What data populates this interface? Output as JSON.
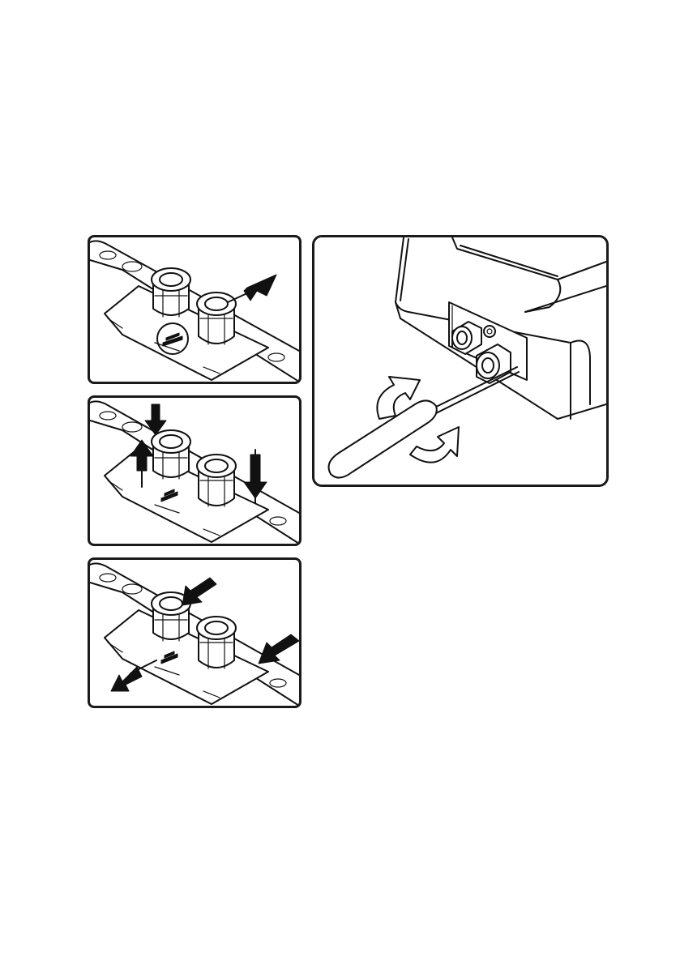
{
  "figure": {
    "panels": [
      {
        "id": "step-1",
        "action_icons": [
          "arrow-pull-out-icon",
          "magnify-circle-icon"
        ]
      },
      {
        "id": "step-2",
        "action_icons": [
          "arrow-down-icon",
          "arrow-up-icon",
          "arrow-down-icon"
        ]
      },
      {
        "id": "step-3",
        "action_icons": [
          "arrow-push-in-icon",
          "arrow-push-in-icon",
          "arrow-slide-out-icon"
        ]
      },
      {
        "id": "step-4",
        "action_icons": [
          "screwdriver-icon",
          "rotate-arrow-icon",
          "rotate-arrow-icon"
        ]
      }
    ],
    "colors": {
      "line": "#111111",
      "background": "#ffffff"
    }
  }
}
